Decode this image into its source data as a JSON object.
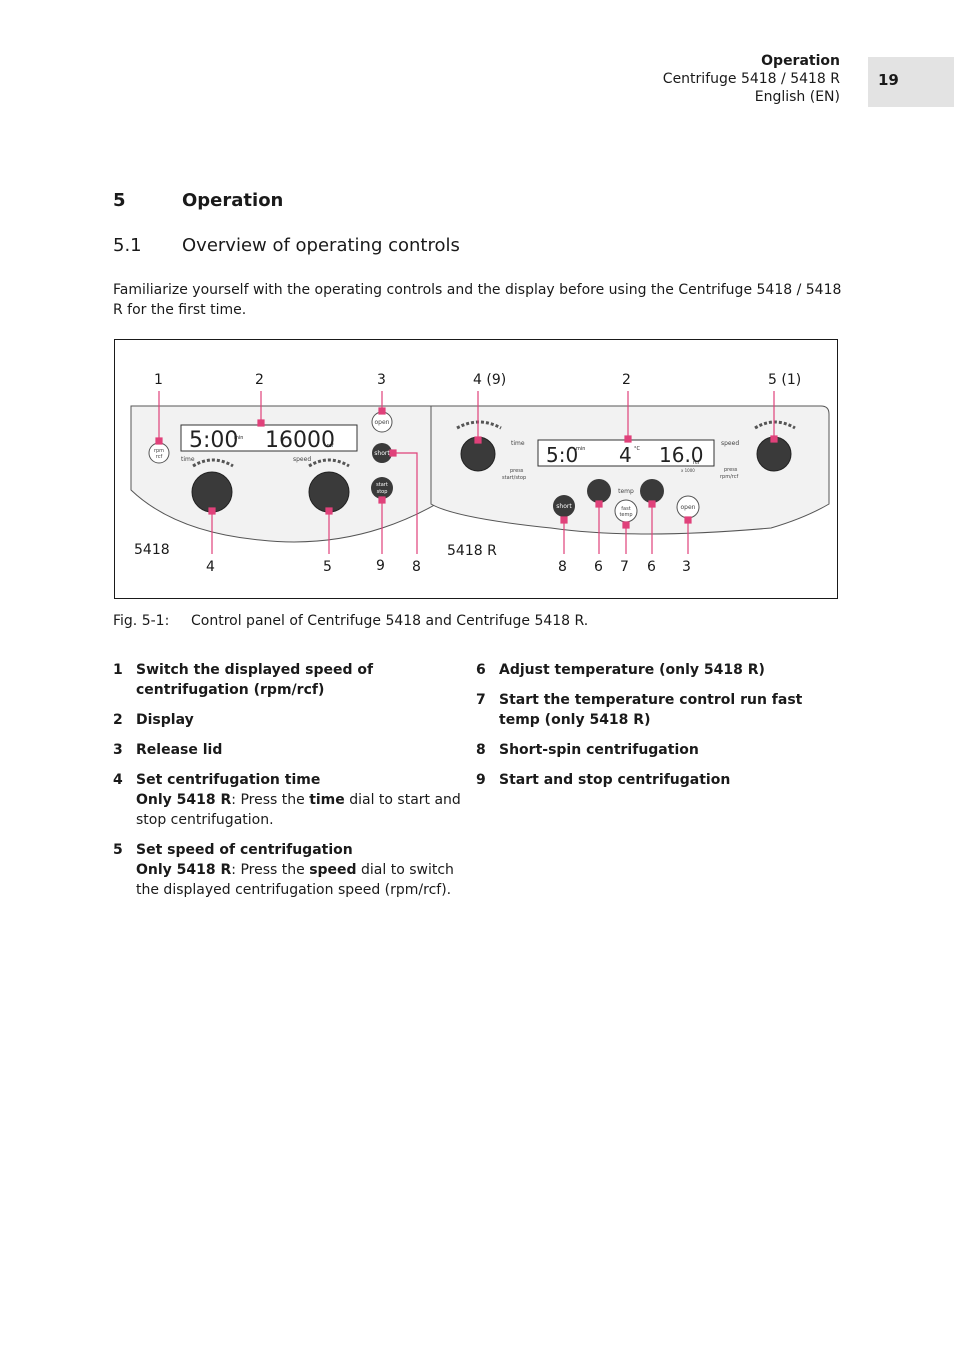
{
  "header": {
    "section": "Operation",
    "product": "Centrifuge 5418 / 5418 R",
    "language": "English (EN)",
    "page_number": "19"
  },
  "section": {
    "number": "5",
    "title": "Operation"
  },
  "subsection": {
    "number": "5.1",
    "title": "Overview of operating controls"
  },
  "intro": "Familiarize yourself with the operating controls and the display before using the Centrifuge 5418 / 5418 R for the first time.",
  "figure": {
    "left_panel": {
      "model": "5418",
      "top_callouts": [
        "1",
        "2",
        "3"
      ],
      "bottom_callouts": [
        "4",
        "5",
        "9",
        "8"
      ],
      "display_time": "5:00",
      "display_time_unit": "min",
      "display_speed": "16000",
      "display_speed_unit": "rcf",
      "rpm_button": "rpm",
      "rcf_button": "rcf",
      "time_label": "time",
      "speed_label": "speed",
      "open_button": "open",
      "short_button": "short",
      "start_button": "start",
      "stop_button": "stop"
    },
    "right_panel": {
      "model": "5418 R",
      "top_callouts": [
        "4 (9)",
        "2",
        "5 (1)"
      ],
      "bottom_callouts": [
        "8",
        "6",
        "7",
        "6",
        "3"
      ],
      "display_time": "5:0",
      "display_time_unit": "min",
      "display_temp": "4",
      "display_temp_unit": "°C",
      "display_speed": "16.0",
      "display_speed_unit": "rcf",
      "display_speed_multiplier": "x 1000",
      "time_label": "time",
      "speed_label": "speed",
      "press_start_stop_1": "press",
      "press_start_stop_2": "start/stop",
      "press_rpm_rcf_1": "press",
      "press_rpm_rcf_2": "rpm/rcf",
      "short_button": "short",
      "temp_label": "temp",
      "fast_temp_1": "fast",
      "fast_temp_2": "temp",
      "open_button": "open"
    }
  },
  "caption": {
    "label": "Fig. 5-1:",
    "text": "Control panel of Centrifuge 5418 and Centrifuge 5418 R."
  },
  "legend_left": [
    {
      "n": "1",
      "title": "Switch the displayed speed of centrifugation (rpm/rcf)"
    },
    {
      "n": "2",
      "title": "Display"
    },
    {
      "n": "3",
      "title": "Release lid"
    },
    {
      "n": "4",
      "title": "Set centrifugation time",
      "d1": "Only 5418 R",
      "d2": ": Press the ",
      "d3": "time",
      "d4": " dial to start and stop centrifugation."
    },
    {
      "n": "5",
      "title": "Set speed of centrifugation",
      "d1": "Only 5418 R",
      "d2": ": Press the ",
      "d3": "speed",
      "d4": " dial to switch the displayed centrifugation speed (rpm/rcf)."
    }
  ],
  "legend_right": [
    {
      "n": "6",
      "title": "Adjust temperature (only 5418 R)"
    },
    {
      "n": "7",
      "title": "Start the temperature control run fast temp (only 5418 R)"
    },
    {
      "n": "8",
      "title": "Short-spin centrifugation"
    },
    {
      "n": "9",
      "title": "Start and stop centrifugation"
    }
  ],
  "colors": {
    "callout": "#e0417a",
    "knob": "#3a3a3a",
    "panel_fill": "#f2f2f2",
    "page_tab": "#e3e3e3"
  }
}
